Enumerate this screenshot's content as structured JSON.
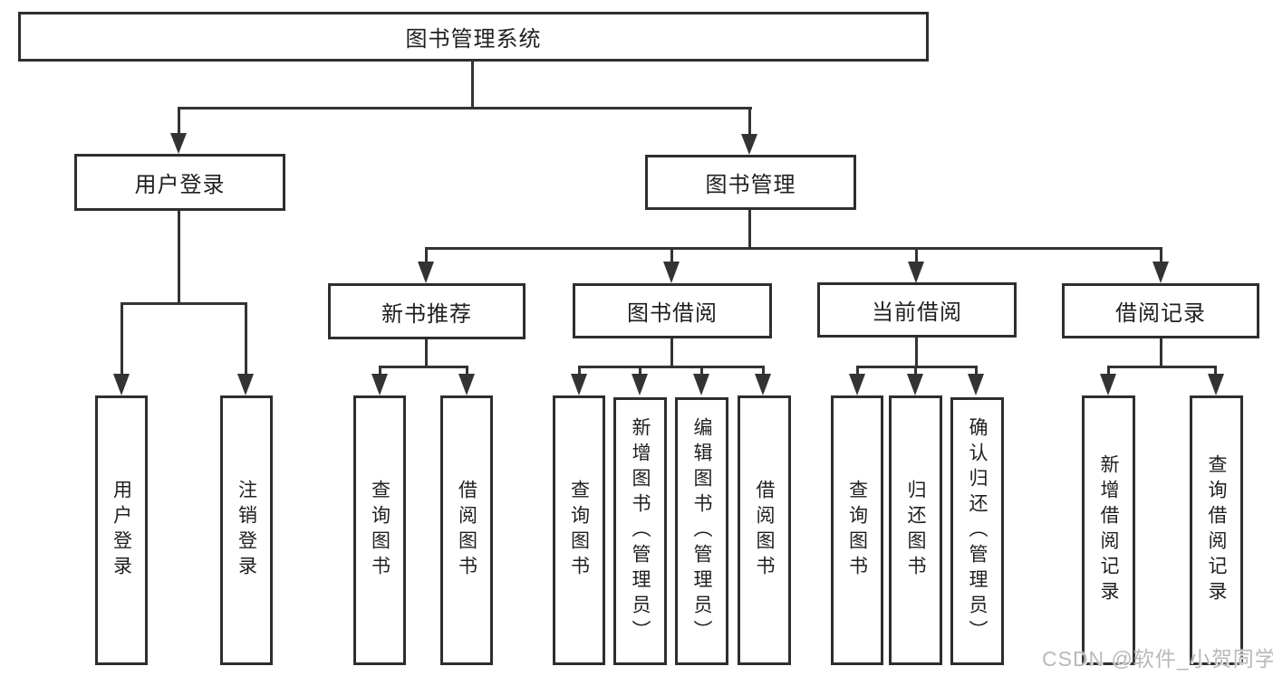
{
  "diagram": {
    "root": {
      "label": "图书管理系统"
    },
    "level2": [
      {
        "id": "user-login",
        "label": "用户登录"
      },
      {
        "id": "book-management",
        "label": "图书管理"
      }
    ],
    "level3": [
      {
        "id": "new-book-recommend",
        "label": "新书推荐"
      },
      {
        "id": "book-borrowing",
        "label": "图书借阅"
      },
      {
        "id": "current-borrowing",
        "label": "当前借阅"
      },
      {
        "id": "borrowing-records",
        "label": "借阅记录"
      }
    ],
    "leaves": {
      "user_login": [
        "用户登录",
        "注销登录"
      ],
      "new_book_recommend": [
        "查询图书",
        "借阅图书"
      ],
      "book_borrowing": [
        "查询图书",
        "新增图书（管理员）",
        "编辑图书（管理员）",
        "借阅图书"
      ],
      "current_borrowing": [
        "查询图书",
        "归还图书",
        "确认归还（管理员）"
      ],
      "borrowing_records": [
        "新增借阅记录",
        "查询借阅记录"
      ]
    }
  },
  "watermark": {
    "text": "CSDN @软件_小贺同学"
  },
  "colors": {
    "line": "#333333",
    "box_border": "#2e2e2e",
    "text": "#1f1f1f",
    "watermark": "#b9b9b9",
    "background": "#ffffff"
  }
}
